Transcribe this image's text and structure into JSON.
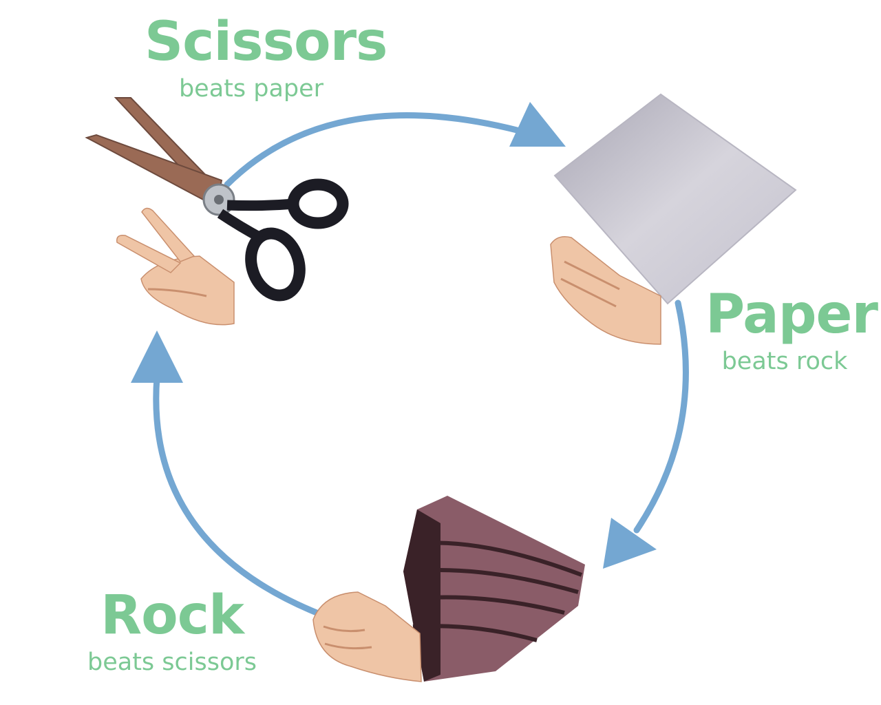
{
  "colors": {
    "text": "#7cc994",
    "arrow": "#74a7d2",
    "skin": "#efc5a6",
    "skin_shadow": "#c98f6e",
    "paper": "#c8c6d2",
    "rock": "#8a5c68",
    "rock_dark": "#3a2228",
    "blade": "#9a6a55",
    "handle": "#1c1c24"
  },
  "cycle": [
    {
      "id": "scissors",
      "title": "Scissors",
      "subtitle": "beats paper"
    },
    {
      "id": "paper",
      "title": "Paper",
      "subtitle": "beats rock"
    },
    {
      "id": "rock",
      "title": "Rock",
      "subtitle": "beats scissors"
    }
  ],
  "icons": {
    "scissors": "scissors-icon",
    "paper": "paper-sheet-icon",
    "rock": "rock-icon",
    "scissors_hand": "scissors-hand-icon",
    "paper_hand": "flat-hand-icon",
    "rock_hand": "fist-icon"
  }
}
